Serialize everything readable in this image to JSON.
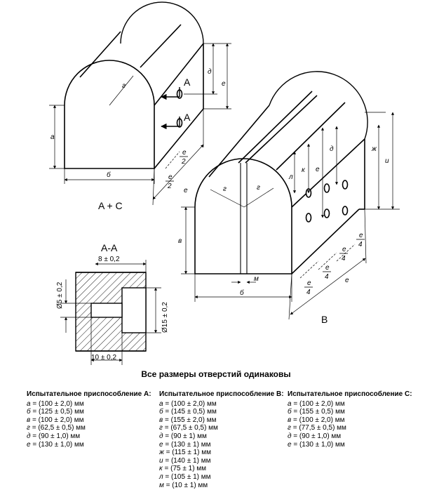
{
  "figure": {
    "label_ac": "A + C",
    "label_b": "B",
    "section_title": "A-A",
    "section_arrow_label": "A",
    "dim_8": "8 ± 0,2",
    "dim_10": "10 ± 0,2",
    "dim_d5": "Ø5 ± 0,2",
    "dim_d15": "Ø15 ± 0,2",
    "letters": {
      "a": "а",
      "b": "б",
      "v": "в",
      "g": "г",
      "d": "д",
      "e": "е",
      "zh": "ж",
      "i": "и",
      "k": "к",
      "l": "л",
      "m": "м"
    },
    "frac_e2_num": "е",
    "frac_e2_den": "2",
    "frac_e4_den": "4"
  },
  "caption": {
    "title": "Все размеры отверстий одинаковы"
  },
  "columns": [
    {
      "heading": "Испытательное приспособление А:",
      "rows": [
        {
          "var": "а",
          "text": " = (100 ± 2,0) мм"
        },
        {
          "var": "б",
          "text": " = (125 ± 0,5) мм"
        },
        {
          "var": "в",
          "text": " = (100 ± 2,0) мм"
        },
        {
          "var": "г",
          "text": " = (62,5 ± 0,5) мм"
        },
        {
          "var": "д",
          "text": " = (90 ± 1,0) мм"
        },
        {
          "var": "е",
          "text": " = (130 ± 1,0) мм"
        }
      ]
    },
    {
      "heading": "Испытательное приспособление В:",
      "rows": [
        {
          "var": "а",
          "text": " = (100 ± 2,0) мм"
        },
        {
          "var": "б",
          "text": " = (145 ± 0,5) мм"
        },
        {
          "var": "в",
          "text": " = (155 ± 2,0) мм"
        },
        {
          "var": "г",
          "text": " = (67,5 ± 0,5) мм"
        },
        {
          "var": "д",
          "text": " = (90 ± 1) мм"
        },
        {
          "var": "е",
          "text": " = (130 ± 1) мм"
        },
        {
          "var": "ж",
          "text": " = (115 ± 1) мм"
        },
        {
          "var": "и",
          "text": " = (140 ± 1) мм"
        },
        {
          "var": "к",
          "text": " = (75 ± 1) мм"
        },
        {
          "var": "л",
          "text": " = (105 ± 1) мм"
        },
        {
          "var": "м",
          "text": " = (10 ± 1) мм"
        }
      ]
    },
    {
      "heading": "Испытательное приспособление С:",
      "rows": [
        {
          "var": "а",
          "text": " = (100 ± 2,0) мм"
        },
        {
          "var": "б",
          "text": " = (155 ± 0,5) мм"
        },
        {
          "var": "в",
          "text": " = (100 ± 2,0) мм"
        },
        {
          "var": "г",
          "text": " = (77,5 ± 0,5) мм"
        },
        {
          "var": "д",
          "text": " = (90 ± 1,0) мм"
        },
        {
          "var": "е",
          "text": " = (130 ± 1,0) мм"
        }
      ]
    }
  ]
}
